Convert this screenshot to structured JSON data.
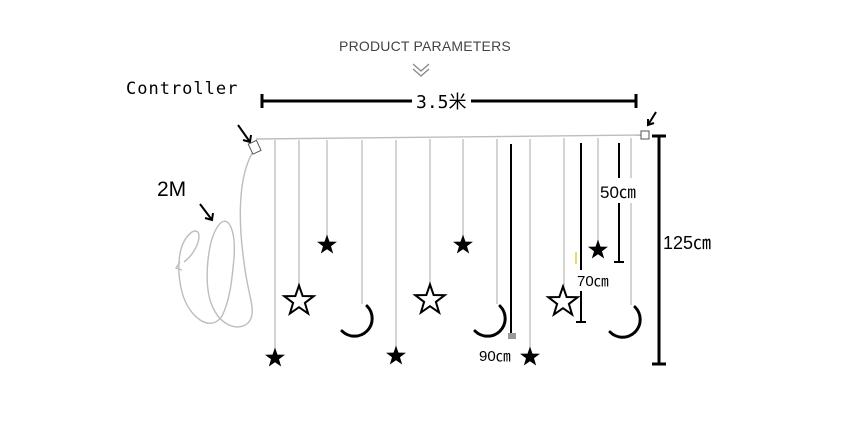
{
  "header": {
    "title": "PRODUCT PARAMETERS"
  },
  "labels": {
    "controller": "Controller",
    "width": "3.5米",
    "cable": "2M",
    "drop_short": "50㎝",
    "drop_long": "125㎝",
    "drop_mid": "70㎝",
    "drop_deep": "90㎝"
  },
  "colors": {
    "line": "#bdbdbd",
    "ink": "#000000",
    "text": "#444444"
  },
  "pendants": [
    {
      "shape": "star-solid"
    },
    {
      "shape": "star-outline"
    },
    {
      "shape": "star-solid"
    },
    {
      "shape": "moon"
    },
    {
      "shape": "star-solid"
    },
    {
      "shape": "star-outline"
    },
    {
      "shape": "star-solid"
    },
    {
      "shape": "moon"
    },
    {
      "shape": "none"
    },
    {
      "shape": "star-solid"
    },
    {
      "shape": "star-outline"
    },
    {
      "shape": "none"
    },
    {
      "shape": "star-solid"
    },
    {
      "shape": "moon"
    }
  ]
}
